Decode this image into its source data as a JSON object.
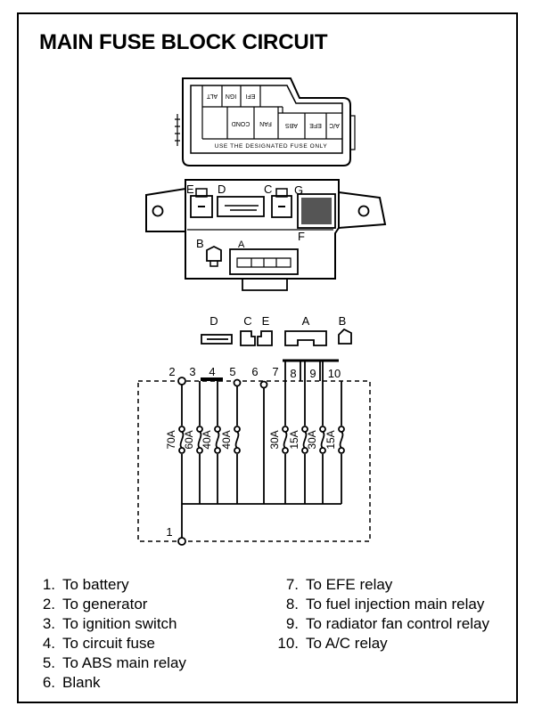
{
  "title": "MAIN FUSE BLOCK CIRCUIT",
  "fuse_cover": {
    "slot_labels": [
      "ALT",
      "IGN",
      "EFI",
      "COND",
      "FAN",
      "ABS",
      "EFE",
      "A/C"
    ],
    "footer_text": "USE THE DESIGNATED FUSE ONLY"
  },
  "connector_letters": {
    "A": "A",
    "B": "B",
    "C": "C",
    "D": "D",
    "E": "E",
    "F": "F",
    "G": "G"
  },
  "terminals": [
    "1",
    "2",
    "3",
    "4",
    "5",
    "6",
    "7",
    "8",
    "9",
    "10"
  ],
  "fuse_ratings": [
    "70A",
    "60A",
    "40A",
    "40A",
    "30A",
    "15A",
    "30A",
    "15A"
  ],
  "legend_left": [
    {
      "num": "1.",
      "text": "To battery"
    },
    {
      "num": "2.",
      "text": "To generator"
    },
    {
      "num": "3.",
      "text": "To ignition switch"
    },
    {
      "num": "4.",
      "text": "To circuit fuse"
    },
    {
      "num": "5.",
      "text": "To ABS main relay"
    },
    {
      "num": "6.",
      "text": "Blank"
    }
  ],
  "legend_right": [
    {
      "num": "7.",
      "text": "To EFE relay"
    },
    {
      "num": "8.",
      "text": "To fuel injection main relay"
    },
    {
      "num": "9.",
      "text": "To radiator fan control relay"
    },
    {
      "num": "10.",
      "text": "To A/C relay"
    }
  ]
}
